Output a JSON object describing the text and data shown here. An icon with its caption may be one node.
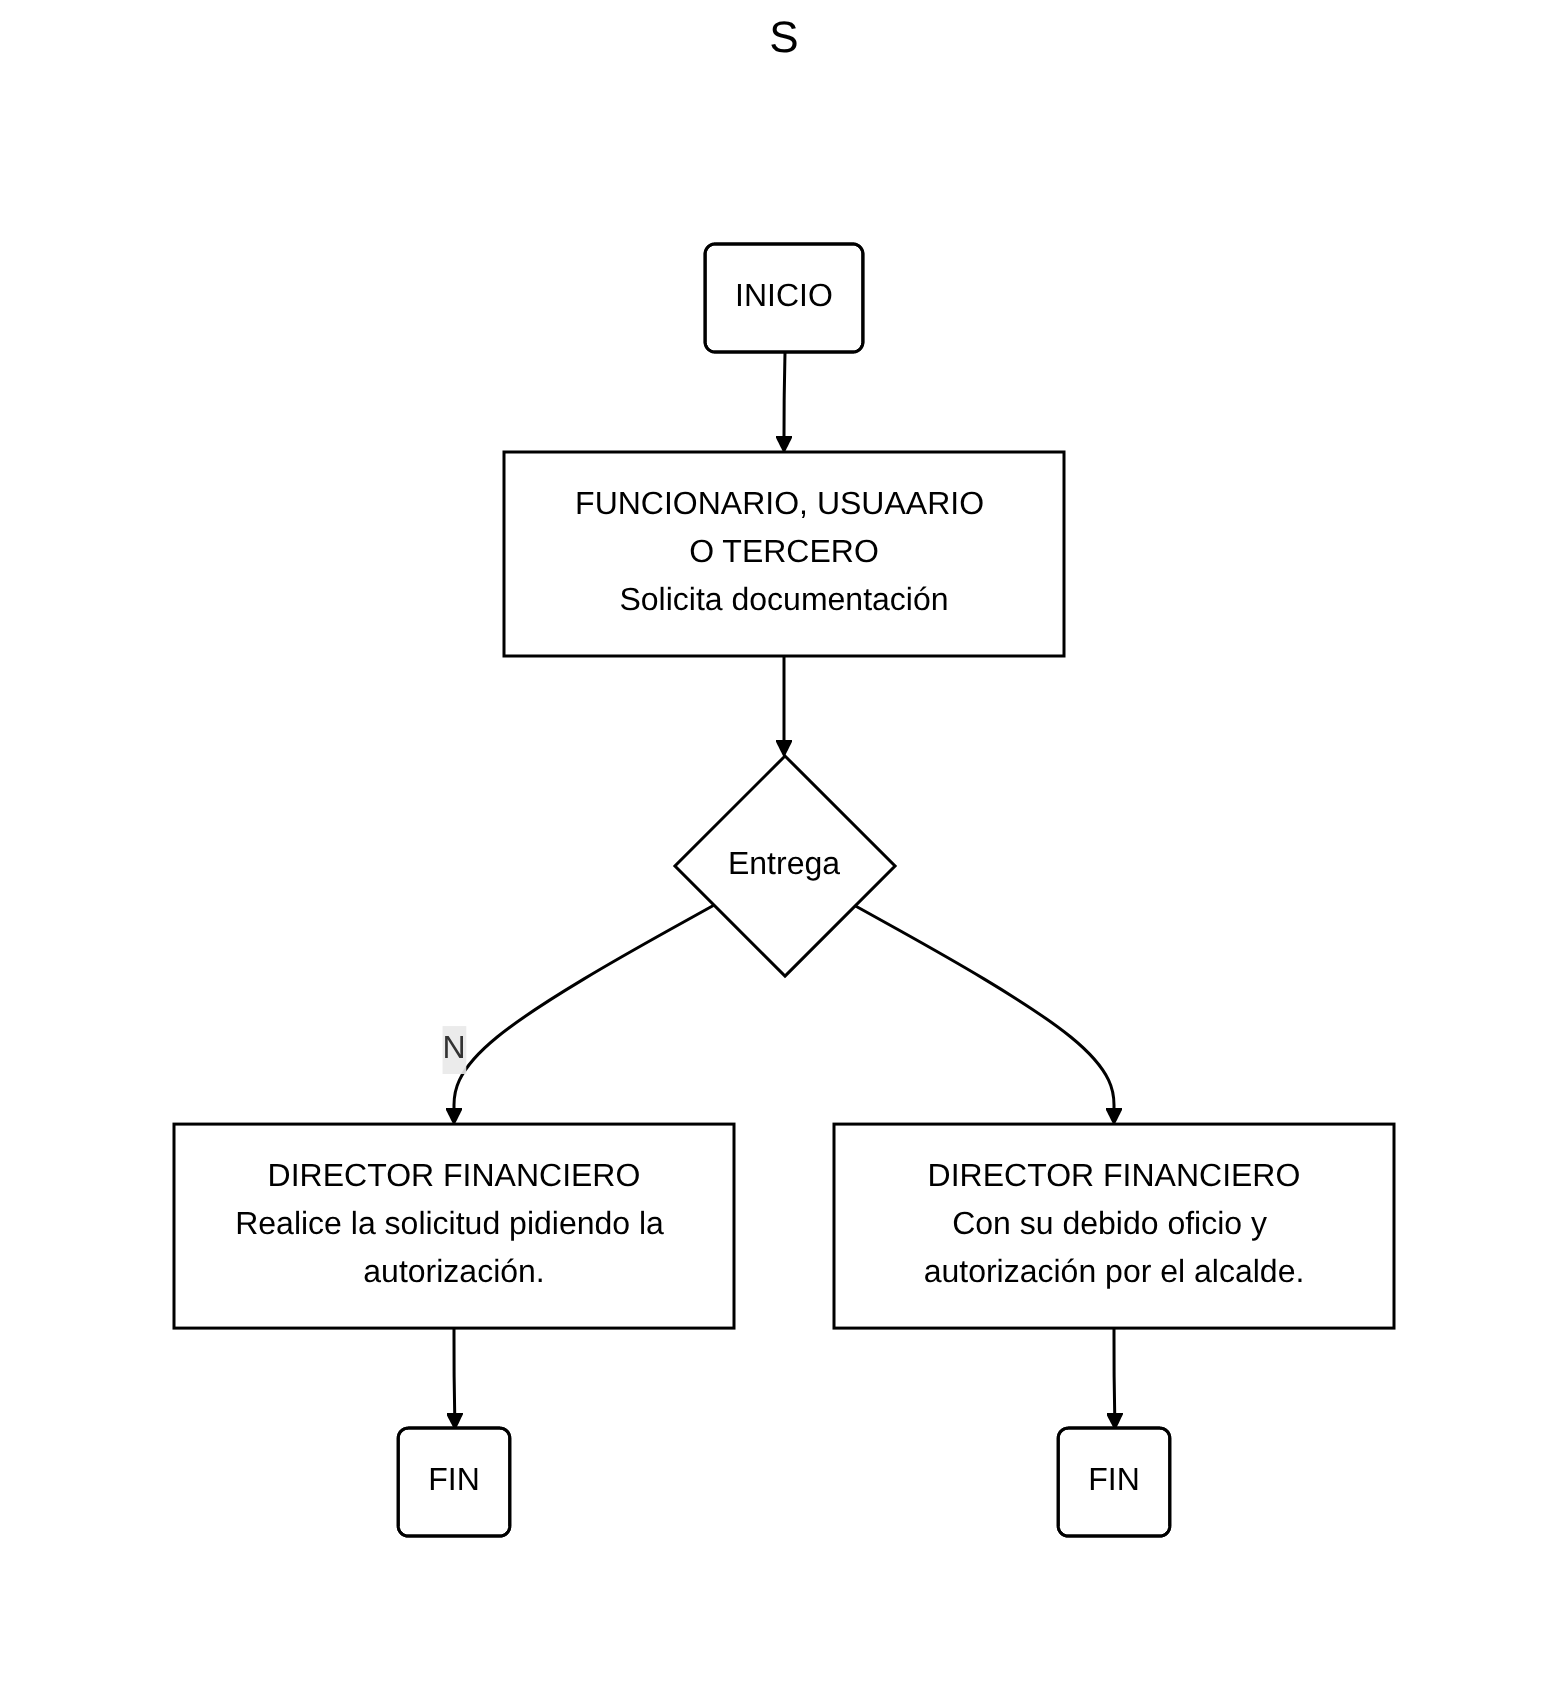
{
  "diagram": {
    "nodes": [
      {
        "text": [
          "INICIO"
        ]
      },
      {
        "text": [
          "FUNCIONARIO, USUAARIO O TERCERO",
          "Solicita documentación"
        ]
      },
      {
        "text": [
          "Entrega"
        ]
      },
      {
        "text": [
          "DIRECTOR FINANCIERO",
          "Realice la solicitud pidiendo la autorización."
        ]
      },
      {
        "text": [
          "DIRECTOR FINANCIERO",
          "Con su debido oficio y autorización por el alcalde."
        ]
      },
      {
        "text": [
          "FIN"
        ]
      },
      {
        "text": [
          "FIN"
        ]
      }
    ],
    "edges": [
      {
        "from": 0,
        "to": 1,
        "arrow": "to"
      },
      {
        "from": 1,
        "to": 2,
        "arrow": "to"
      },
      {
        "from": 2,
        "to": 3,
        "arrow": "to",
        "label": "N"
      },
      {
        "from": 2,
        "to": 4,
        "arrow": "to"
      },
      {
        "from": 3,
        "to": 5,
        "arrow": "to"
      },
      {
        "from": 4,
        "to": 6,
        "arrow": "to"
      }
    ],
    "labels": [
      "S"
    ]
  }
}
